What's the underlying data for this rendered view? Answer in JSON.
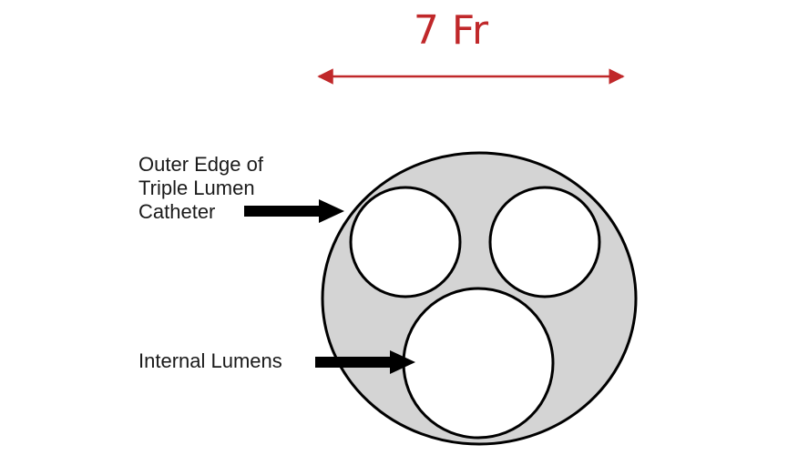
{
  "dimension": {
    "label": "7 Fr",
    "color": "#c0282a"
  },
  "callouts": {
    "outer_edge": [
      "Outer Edge of",
      "Triple Lumen",
      "Catheter"
    ],
    "internal_lumens": "Internal Lumens"
  },
  "colors": {
    "catheter_fill": "#d4d4d4",
    "outline": "#000000",
    "lumen_fill": "#ffffff"
  }
}
